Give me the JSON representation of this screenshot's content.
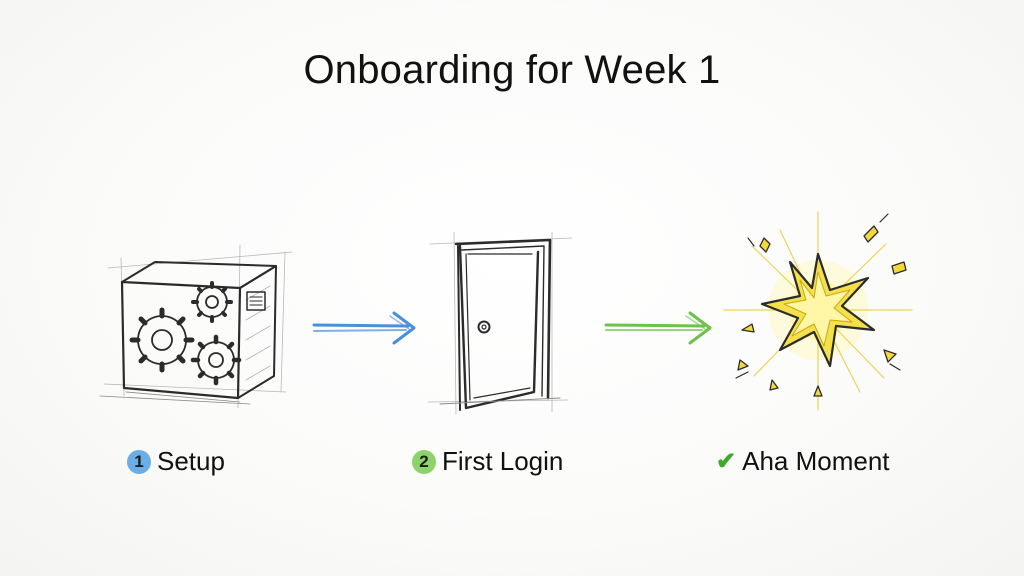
{
  "title": "Onboarding for Week 1",
  "steps": [
    {
      "marker": "1",
      "label": "Setup",
      "icon": "gear-box-icon",
      "marker_color": "#6aaee8"
    },
    {
      "marker": "2",
      "label": "First Login",
      "icon": "door-icon",
      "marker_color": "#8dd26b"
    },
    {
      "marker": "✔",
      "label": "Aha Moment",
      "icon": "starburst-icon",
      "marker_color": "#3cab2c"
    }
  ],
  "connectors": [
    {
      "from": "Setup",
      "to": "First Login",
      "color": "#4a90d9",
      "icon": "arrow-right-icon"
    },
    {
      "from": "First Login",
      "to": "Aha Moment",
      "color": "#6cc24a",
      "icon": "arrow-right-icon"
    }
  ]
}
